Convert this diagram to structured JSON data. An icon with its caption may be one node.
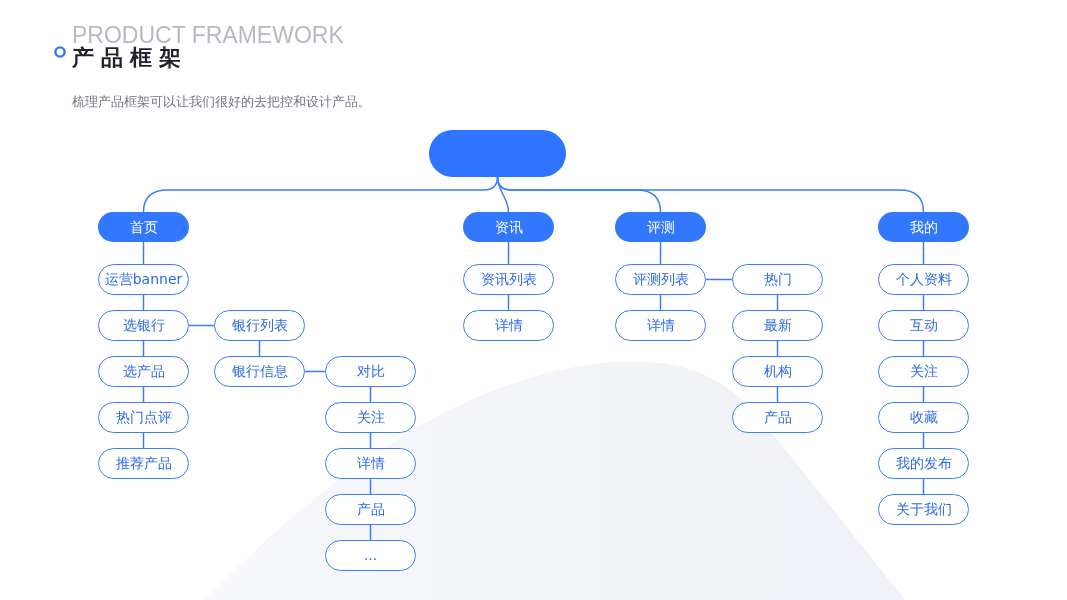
{
  "diagram": {
    "title": "产品框架",
    "nodes": [
      {
        "text": [],
        "shape": "box"
      },
      {
        "text": [
          "首页"
        ]
      },
      {
        "text": [
          "资讯"
        ]
      },
      {
        "text": [
          "评测"
        ]
      },
      {
        "text": [
          "我的"
        ]
      },
      {
        "text": [
          "运营banner"
        ]
      },
      {
        "text": [
          "选银行"
        ]
      },
      {
        "text": [
          "选产品"
        ]
      },
      {
        "text": [
          "热门点评"
        ]
      },
      {
        "text": [
          "推荐产品"
        ]
      },
      {
        "text": [
          "银行列表"
        ]
      },
      {
        "text": [
          "银行信息"
        ]
      },
      {
        "text": [
          "对比"
        ]
      },
      {
        "text": [
          "关注"
        ]
      },
      {
        "text": [
          "详情"
        ]
      },
      {
        "text": [
          "产品"
        ]
      },
      {
        "text": [
          "..."
        ]
      },
      {
        "text": [
          "资讯列表"
        ]
      },
      {
        "text": [
          "详情"
        ]
      },
      {
        "text": [
          "评测列表"
        ]
      },
      {
        "text": [
          "详情"
        ]
      },
      {
        "text": [
          "热门"
        ]
      },
      {
        "text": [
          "最新"
        ]
      },
      {
        "text": [
          "机构"
        ]
      },
      {
        "text": [
          "产品"
        ]
      },
      {
        "text": [
          "个人资料"
        ]
      },
      {
        "text": [
          "互动"
        ]
      },
      {
        "text": [
          "关注"
        ]
      },
      {
        "text": [
          "收藏"
        ]
      },
      {
        "text": [
          "我的发布"
        ]
      },
      {
        "text": [
          "关于我们"
        ]
      }
    ],
    "edges": [
      {
        "from": 0,
        "to": 1,
        "arrow": "none"
      },
      {
        "from": 0,
        "to": 2,
        "arrow": "none"
      },
      {
        "from": 0,
        "to": 3,
        "arrow": "none"
      },
      {
        "from": 0,
        "to": 4,
        "arrow": "none"
      },
      {
        "from": 1,
        "to": 5,
        "arrow": "none"
      },
      {
        "from": 5,
        "to": 6,
        "arrow": "none"
      },
      {
        "from": 6,
        "to": 7,
        "arrow": "none"
      },
      {
        "from": 7,
        "to": 8,
        "arrow": "none"
      },
      {
        "from": 8,
        "to": 9,
        "arrow": "none"
      },
      {
        "from": 6,
        "to": 10,
        "arrow": "none"
      },
      {
        "from": 10,
        "to": 11,
        "arrow": "none"
      },
      {
        "from": 11,
        "to": 12,
        "arrow": "none"
      },
      {
        "from": 12,
        "to": 13,
        "arrow": "none"
      },
      {
        "from": 13,
        "to": 14,
        "arrow": "none"
      },
      {
        "from": 14,
        "to": 15,
        "arrow": "none"
      },
      {
        "from": 15,
        "to": 16,
        "arrow": "none"
      },
      {
        "from": 2,
        "to": 17,
        "arrow": "none"
      },
      {
        "from": 17,
        "to": 18,
        "arrow": "none"
      },
      {
        "from": 3,
        "to": 19,
        "arrow": "none"
      },
      {
        "from": 19,
        "to": 20,
        "arrow": "none"
      },
      {
        "from": 19,
        "to": 21,
        "arrow": "none"
      },
      {
        "from": 21,
        "to": 22,
        "arrow": "none"
      },
      {
        "from": 22,
        "to": 23,
        "arrow": "none"
      },
      {
        "from": 23,
        "to": 24,
        "arrow": "none"
      },
      {
        "from": 4,
        "to": 25,
        "arrow": "none"
      },
      {
        "from": 25,
        "to": 26,
        "arrow": "none"
      },
      {
        "from": 26,
        "to": 27,
        "arrow": "none"
      },
      {
        "from": 27,
        "to": 28,
        "arrow": "none"
      },
      {
        "from": 28,
        "to": 29,
        "arrow": "none"
      },
      {
        "from": 29,
        "to": 30,
        "arrow": "none"
      }
    ],
    "labels": [
      "PRODUCT FRAMEWORK",
      "梳理产品框架可以让我们很好的去把控和设计产品。"
    ]
  }
}
